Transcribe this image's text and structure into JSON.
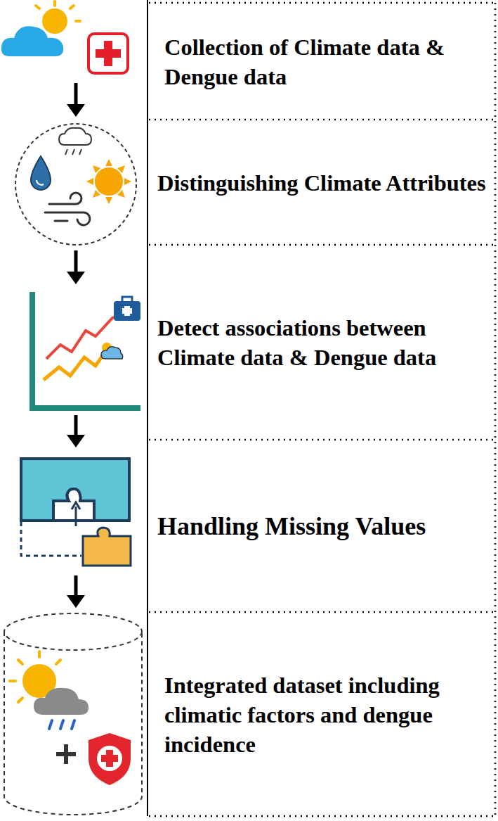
{
  "diagram": {
    "nodes": [
      {
        "text": [
          "Collection of Climate data & Dengue data"
        ]
      },
      {
        "text": [
          "Distinguishing Climate Attributes"
        ]
      },
      {
        "text": [
          "Detect associations between Climate data & Dengue data"
        ]
      },
      {
        "text": [
          "Handling Missing Values"
        ]
      },
      {
        "text": [
          "Integrated dataset including climatic factors and dengue incidence"
        ]
      }
    ]
  }
}
